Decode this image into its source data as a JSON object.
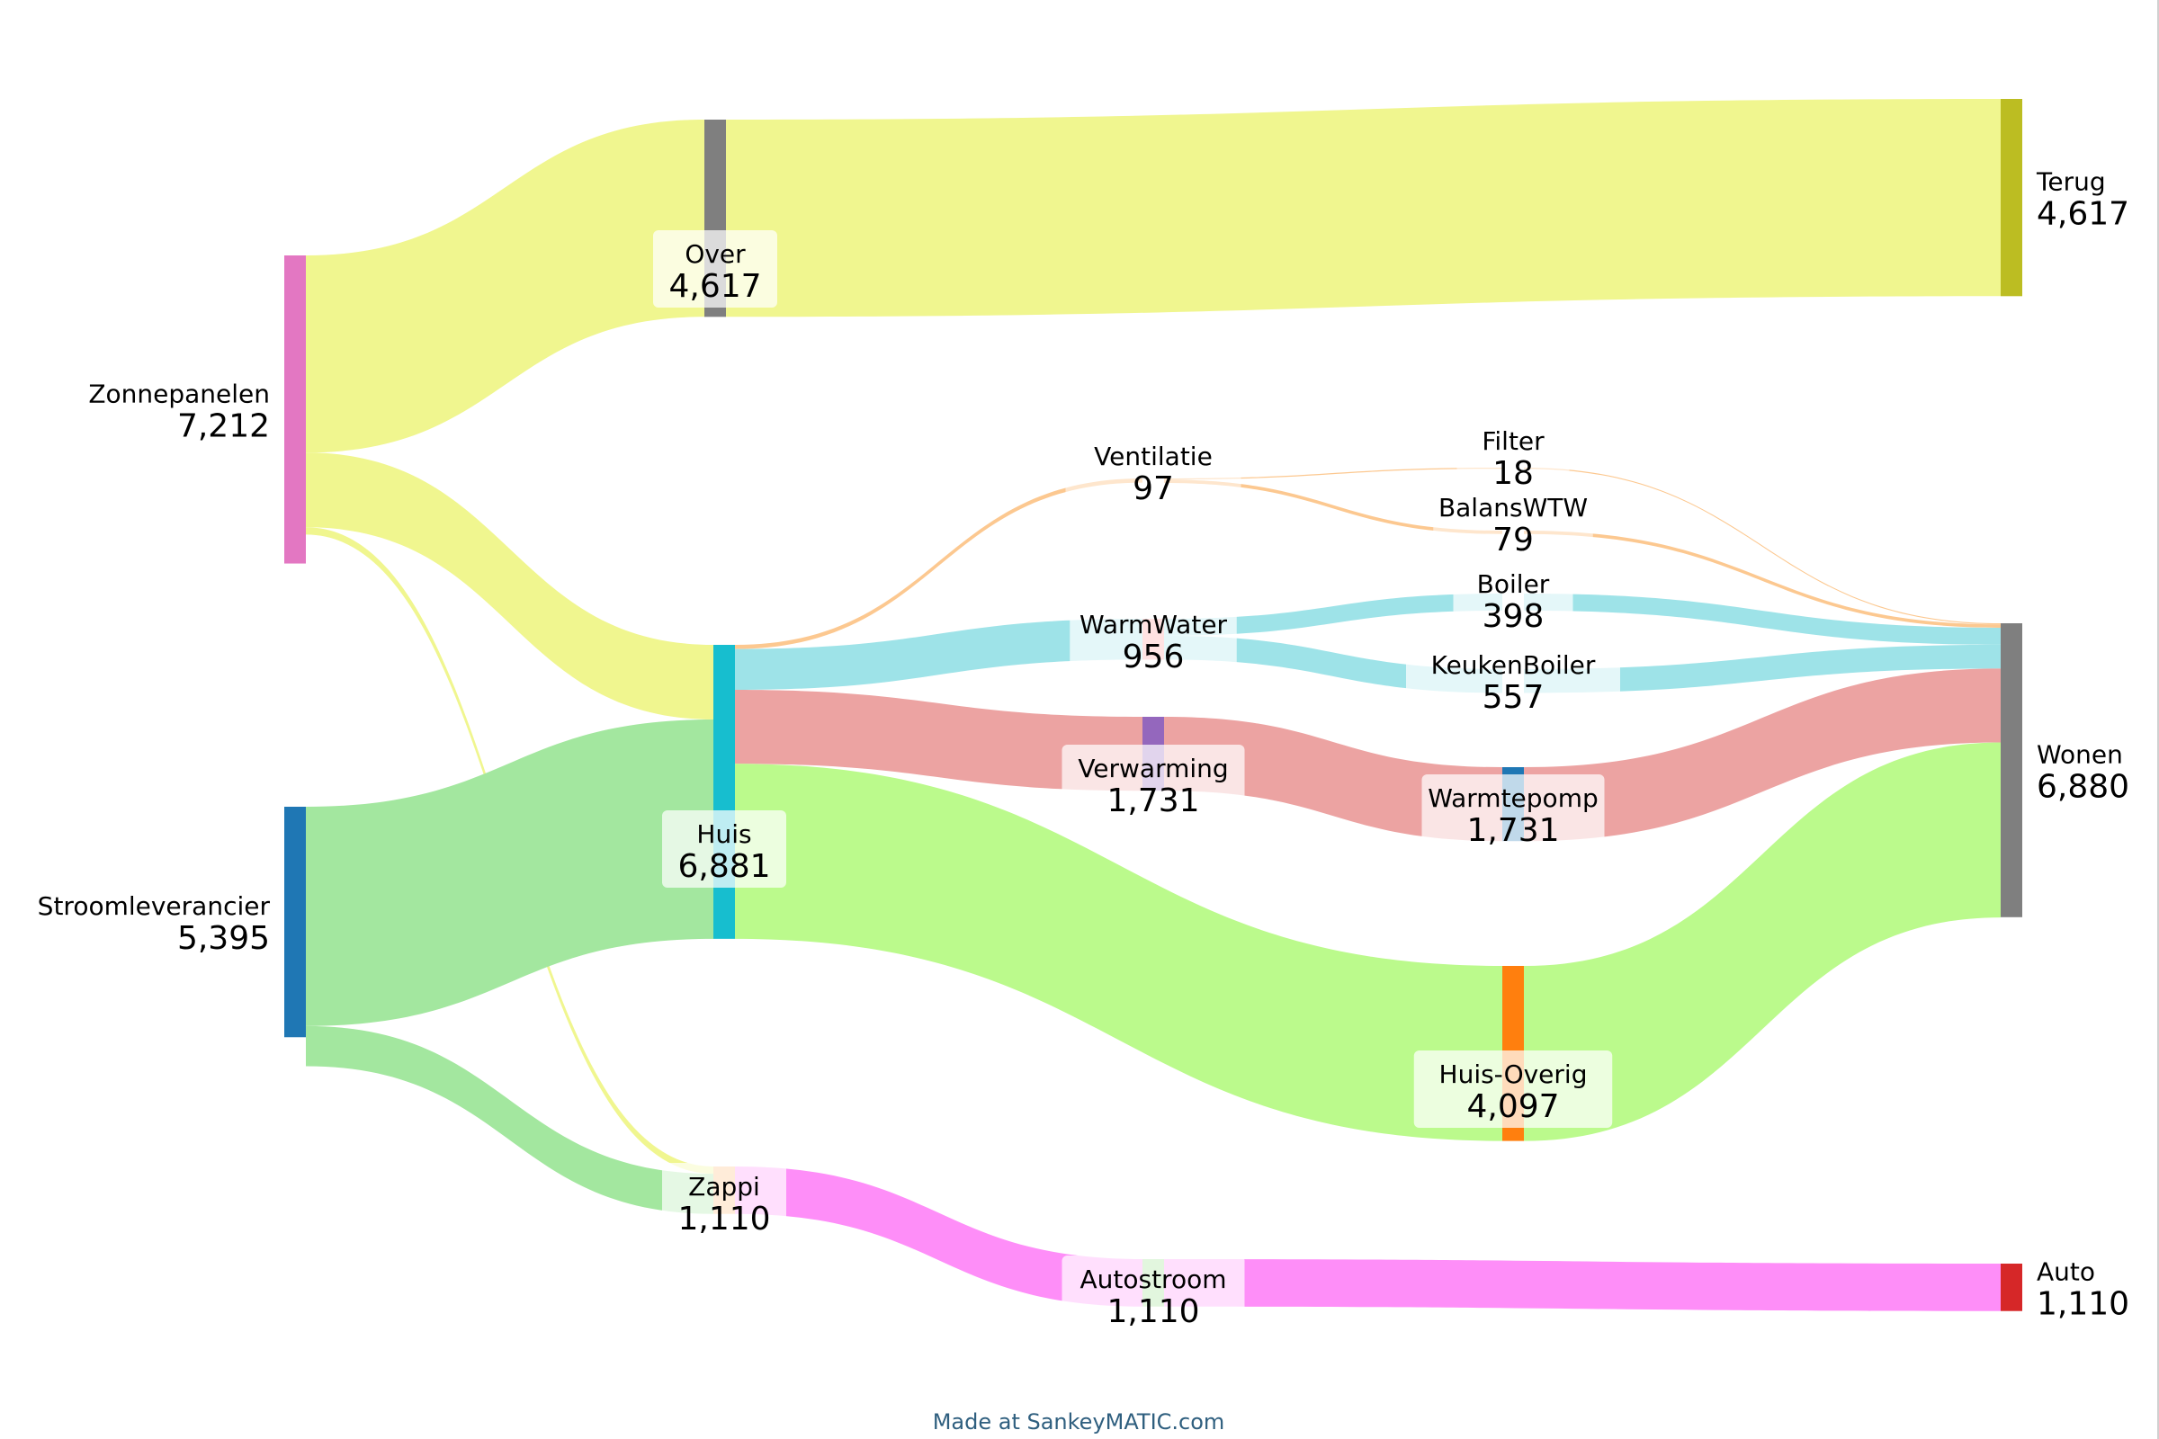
{
  "chart_data": {
    "type": "sankey",
    "nodes": [
      {
        "id": "Zonnepanelen",
        "label": "Zonnepanelen",
        "value": "7,212",
        "color": "#e377c2"
      },
      {
        "id": "Stroomleverancier",
        "label": "Stroomleverancier",
        "value": "5,395",
        "color": "#1f77b4"
      },
      {
        "id": "Over",
        "label": "Over",
        "value": "4,617",
        "color": "#7f7f7f"
      },
      {
        "id": "Huis",
        "label": "Huis",
        "value": "6,881",
        "color": "#17becf"
      },
      {
        "id": "Zappi",
        "label": "Zappi",
        "value": "1,110",
        "color": "#ffbb78"
      },
      {
        "id": "Ventilatie",
        "label": "Ventilatie",
        "value": "97",
        "color": "#ffbb78"
      },
      {
        "id": "WarmWater",
        "label": "WarmWater",
        "value": "956",
        "color": "#ff9896"
      },
      {
        "id": "Verwarming",
        "label": "Verwarming",
        "value": "1,731",
        "color": "#9467bd"
      },
      {
        "id": "Autostroom",
        "label": "Autostroom",
        "value": "1,110",
        "color": "#98df8a"
      },
      {
        "id": "Filter",
        "label": "Filter",
        "value": "18",
        "color": "#ffbb78"
      },
      {
        "id": "BalansWTW",
        "label": "BalansWTW",
        "value": "79",
        "color": "#ffbb78"
      },
      {
        "id": "Boiler",
        "label": "Boiler",
        "value": "398",
        "color": "#dbdb8d"
      },
      {
        "id": "KeukenBoiler",
        "label": "KeukenBoiler",
        "value": "557",
        "color": "#9edae5"
      },
      {
        "id": "Warmtepomp",
        "label": "Warmtepomp",
        "value": "1,731",
        "color": "#1f77b4"
      },
      {
        "id": "Huis-Overig",
        "label": "Huis-Overig",
        "value": "4,097",
        "color": "#ff7f0e"
      },
      {
        "id": "Terug",
        "label": "Terug",
        "value": "4,617",
        "color": "#bcbd22"
      },
      {
        "id": "Wonen",
        "label": "Wonen",
        "value": "6,880",
        "color": "#7f7f7f"
      },
      {
        "id": "Auto",
        "label": "Auto",
        "value": "1,110",
        "color": "#d62728"
      }
    ],
    "links": [
      {
        "source": "Zonnepanelen",
        "target": "Over",
        "value": 4617,
        "color": "#f0f68f"
      },
      {
        "source": "Zonnepanelen",
        "target": "Huis",
        "value": 1747,
        "color": "#f0f68f"
      },
      {
        "source": "Zonnepanelen",
        "target": "Zappi",
        "value": 171,
        "color": "#f0f68f"
      },
      {
        "source": "Stroomleverancier",
        "target": "Huis",
        "value": 5134,
        "color": "#a3e79f"
      },
      {
        "source": "Stroomleverancier",
        "target": "Zappi",
        "value": 939,
        "color": "#a3e79f"
      },
      {
        "source": "Over",
        "target": "Terug",
        "value": 4617,
        "color": "#f0f68f"
      },
      {
        "source": "Huis",
        "target": "Ventilatie",
        "value": 97,
        "color": "#fcc890"
      },
      {
        "source": "Huis",
        "target": "WarmWater",
        "value": 956,
        "color": "#9ee3e8"
      },
      {
        "source": "Huis",
        "target": "Verwarming",
        "value": 1731,
        "color": "#eca3a2"
      },
      {
        "source": "Huis",
        "target": "Huis-Overig",
        "value": 4097,
        "color": "#bbfa8c"
      },
      {
        "source": "Zappi",
        "target": "Autostroom",
        "value": 1110,
        "color": "#fe8ef8"
      },
      {
        "source": "Ventilatie",
        "target": "Filter",
        "value": 18,
        "color": "#fcc890"
      },
      {
        "source": "Ventilatie",
        "target": "BalansWTW",
        "value": 79,
        "color": "#fcc890"
      },
      {
        "source": "WarmWater",
        "target": "Boiler",
        "value": 398,
        "color": "#9ee3e8"
      },
      {
        "source": "WarmWater",
        "target": "KeukenBoiler",
        "value": 557,
        "color": "#9ee3e8"
      },
      {
        "source": "Verwarming",
        "target": "Warmtepomp",
        "value": 1731,
        "color": "#eca3a2"
      },
      {
        "source": "Filter",
        "target": "Wonen",
        "value": 18,
        "color": "#fcc890"
      },
      {
        "source": "BalansWTW",
        "target": "Wonen",
        "value": 79,
        "color": "#fcc890"
      },
      {
        "source": "Boiler",
        "target": "Wonen",
        "value": 398,
        "color": "#9ee3e8"
      },
      {
        "source": "KeukenBoiler",
        "target": "Wonen",
        "value": 557,
        "color": "#9ee3e8"
      },
      {
        "source": "Warmtepomp",
        "target": "Wonen",
        "value": 1731,
        "color": "#eca3a2"
      },
      {
        "source": "Huis-Overig",
        "target": "Wonen",
        "value": 4097,
        "color": "#bbfa8c"
      },
      {
        "source": "Autostroom",
        "target": "Auto",
        "value": 1110,
        "color": "#fe8ef8"
      }
    ],
    "footer": "Made at SankeyMATIC.com",
    "footer_color": "#2f5f7f"
  }
}
